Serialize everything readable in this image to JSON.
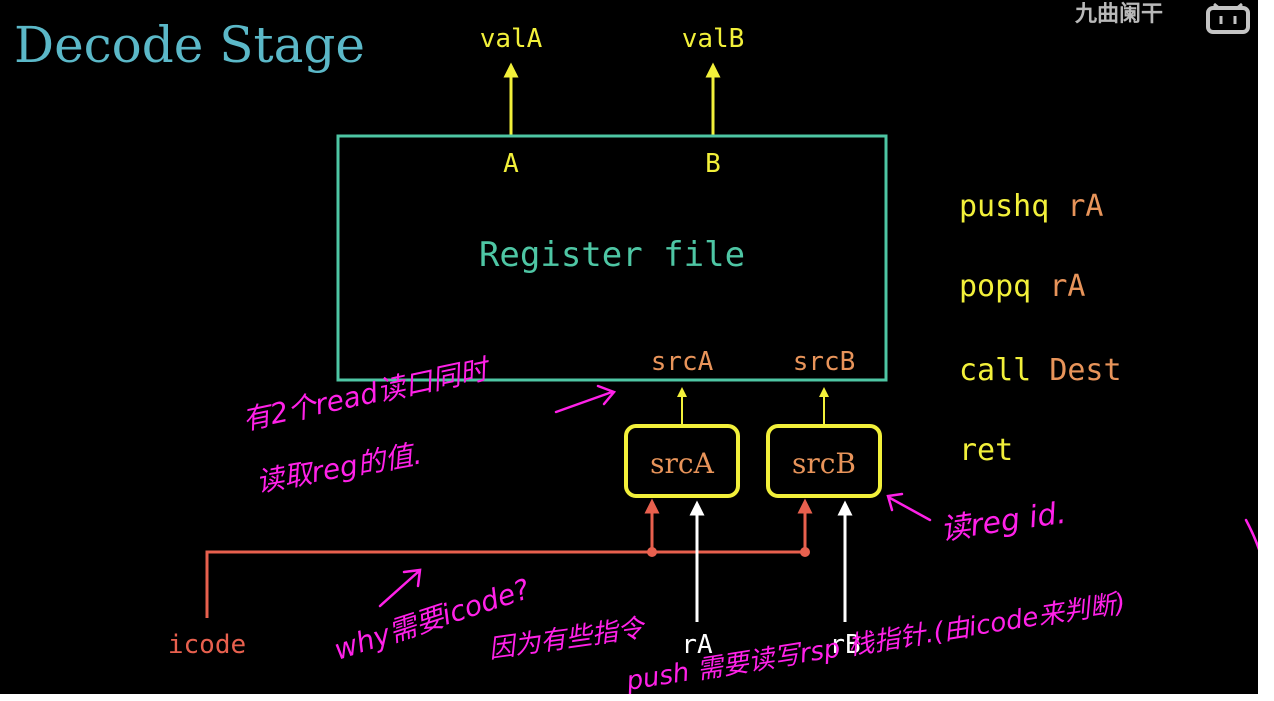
{
  "title": "Decode Stage",
  "watermark": "九曲阑干",
  "colors": {
    "background": "#000000",
    "title": "#5bb8c8",
    "register_box": "#4ec6a4",
    "yellow": "#f2f03a",
    "orange": "#e8945a",
    "icode": "#e8604e",
    "white": "#ffffff",
    "annotation": "#ff21e8"
  },
  "outputs": {
    "valA": "valA",
    "valB": "valB"
  },
  "register_file": {
    "label": "Register file",
    "port_a": "A",
    "port_b": "B",
    "src_a": "srcA",
    "src_b": "srcB"
  },
  "logic_blocks": {
    "src_a": "srcA",
    "src_b": "srcB"
  },
  "inputs": {
    "icode": "icode",
    "ra": "rA",
    "rb": "rB"
  },
  "instructions": [
    {
      "op": "pushq",
      "arg": "rA"
    },
    {
      "op": "popq",
      "arg": "rA"
    },
    {
      "op": "call",
      "arg": "Dest"
    },
    {
      "op": "ret",
      "arg": ""
    }
  ],
  "annotations": {
    "read_ports": [
      "有2个read读口同时",
      "读取reg的值."
    ],
    "reg_id": "读reg id.",
    "why_icode": "why需要icode?",
    "reason_line1": "因为有些指令",
    "reason_line2": "push 需要读写rsp 栈指针.(由icode来判断)"
  }
}
